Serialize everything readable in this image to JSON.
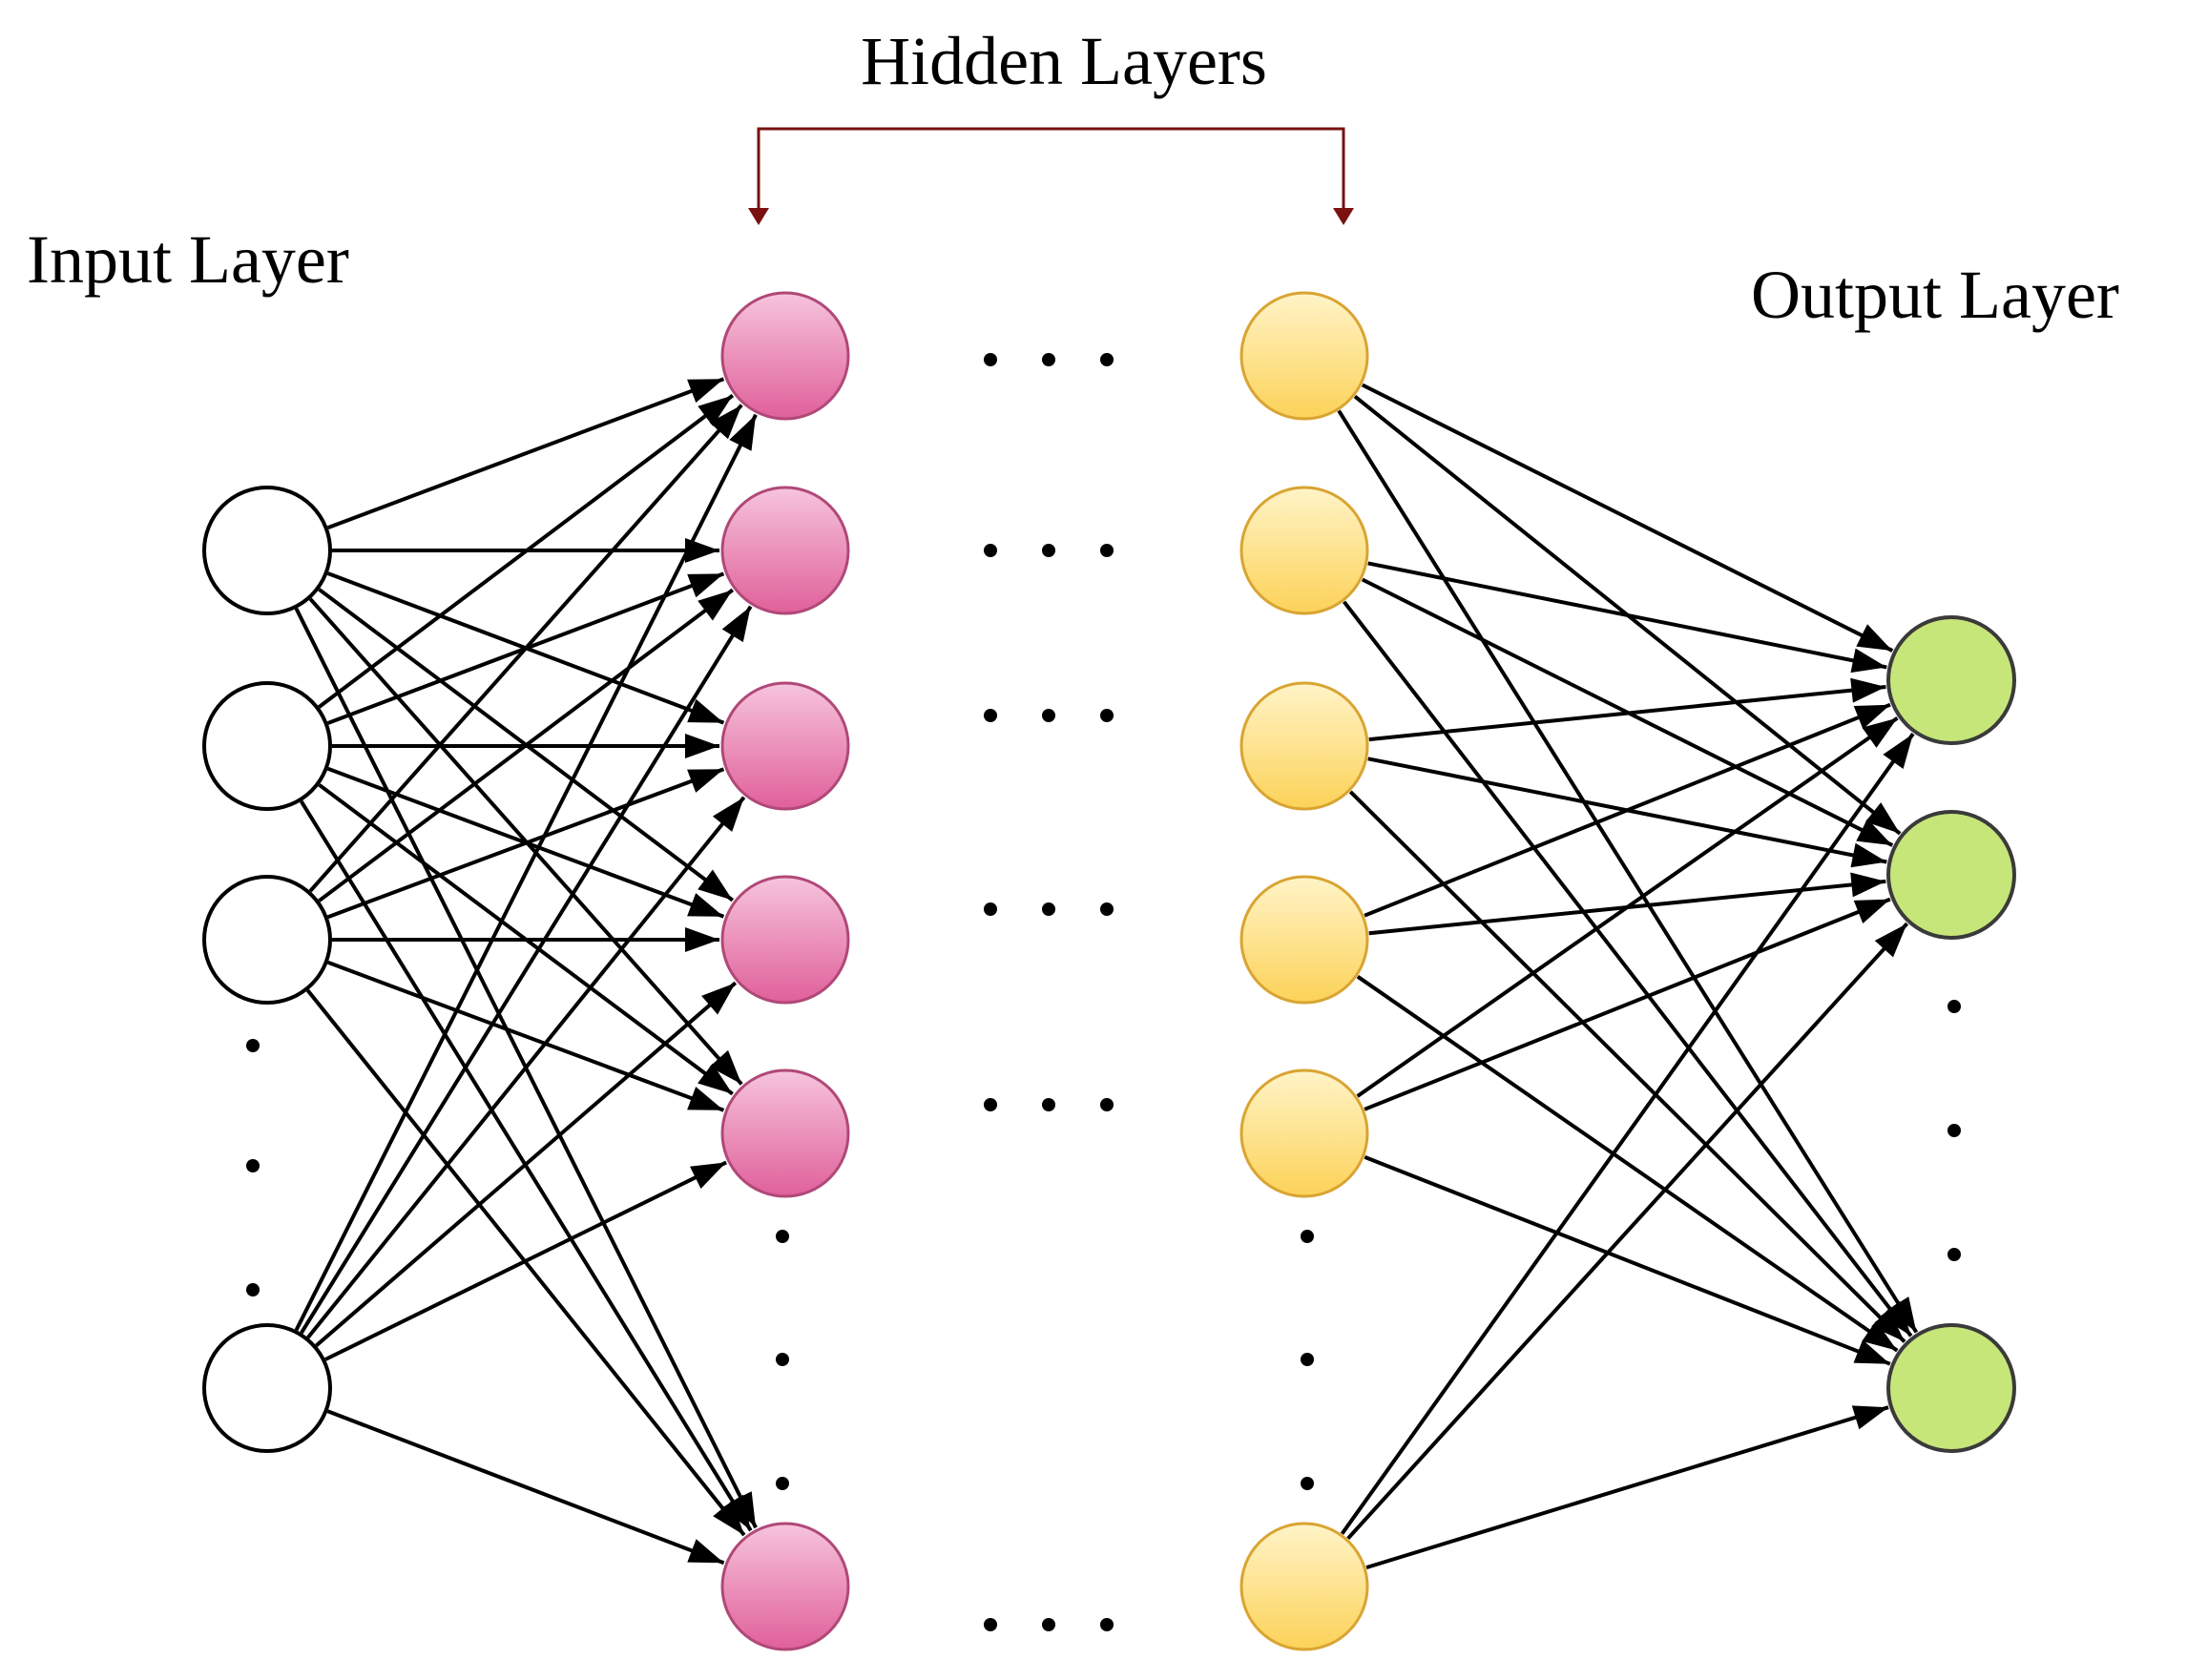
{
  "labels": {
    "hidden_layers": "Hidden Layers",
    "input_layer": "Input Layer",
    "output_layer": "Output Layer"
  },
  "colors": {
    "background": "#ffffff",
    "edge": "#000000",
    "bracket": "#7a1010",
    "input_fill": "#ffffff",
    "input_stroke": "#000000",
    "hidden1_fill_light": "#f6c4dc",
    "hidden1_fill_dark": "#e0609a",
    "hidden1_stroke": "#b04878",
    "hidden2_fill_light": "#fff4c8",
    "hidden2_fill_dark": "#fcd258",
    "hidden2_stroke": "#d9a432",
    "output_fill": "#c6e67a",
    "output_stroke": "#3a3a3a"
  },
  "layers": {
    "input": {
      "visible_nodes": 4,
      "ellipsis": "vertical dots"
    },
    "hidden_first": {
      "visible_nodes": 6,
      "ellipsis": "vertical dots"
    },
    "hidden_last": {
      "visible_nodes": 6,
      "ellipsis": "vertical dots"
    },
    "output": {
      "visible_nodes": 3,
      "ellipsis": "vertical dots"
    }
  },
  "between_hidden_layers": "horizontal dots"
}
